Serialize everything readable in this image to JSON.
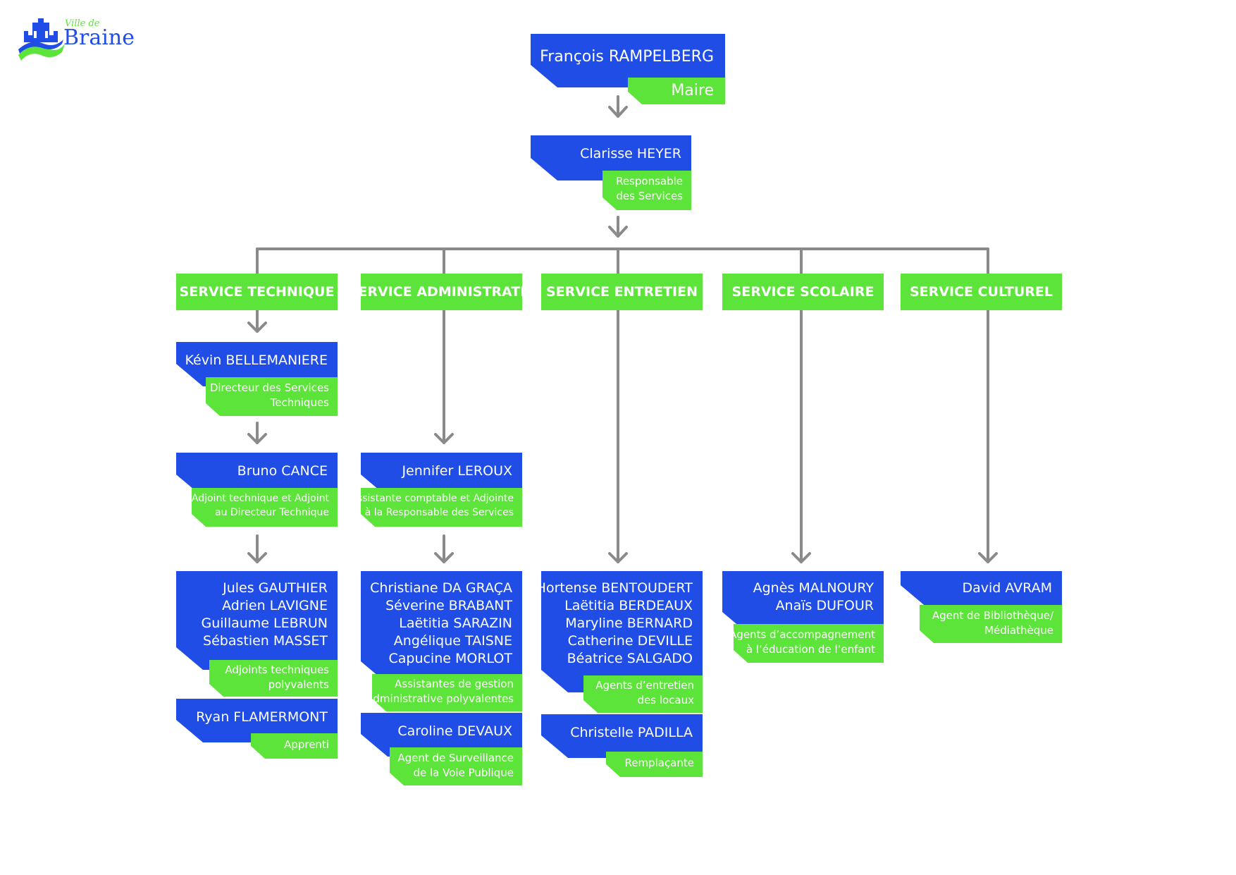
{
  "logo": {
    "line1": "Ville de",
    "line2": "Braine"
  },
  "colors": {
    "blue": "#1f4de6",
    "green": "#5de43a",
    "connector": "#8a8a8a"
  },
  "mayor": {
    "name": "François RAMPELBERG",
    "role": "Maire"
  },
  "head_of_services": {
    "name": "Clarisse HEYER",
    "role_lines": [
      "Responsable",
      "des Services"
    ]
  },
  "services": [
    {
      "title": "SERVICE TECHNIQUE"
    },
    {
      "title": "SERVICE ADMINISTRATIF"
    },
    {
      "title": "SERVICE ENTRETIEN"
    },
    {
      "title": "SERVICE SCOLAIRE"
    },
    {
      "title": "SERVICE CULTUREL"
    }
  ],
  "technique": {
    "director": {
      "name": "Kévin BELLEMANIERE",
      "role_lines": [
        "Directeur des Services",
        "Techniques"
      ]
    },
    "deputy": {
      "name": "Bruno CANCE",
      "role_lines": [
        "Adjoint technique et Adjoint",
        "au Directeur Technique"
      ]
    },
    "agents": {
      "names": [
        "Jules GAUTHIER",
        "Adrien LAVIGNE",
        "Guillaume LEBRUN",
        "Sébastien MASSET"
      ],
      "role_lines": [
        "Adjoints techniques",
        "polyvalents"
      ]
    },
    "apprentice": {
      "name": "Ryan FLAMERMONT",
      "role": "Apprenti"
    }
  },
  "administratif": {
    "lead": {
      "name": "Jennifer LEROUX",
      "role_lines": [
        "Assistante comptable et Adjointe",
        "à la Responsable des Services"
      ]
    },
    "agents": {
      "names": [
        "Christiane DA GRAÇA",
        "Séverine BRABANT",
        "Laëtitia SARAZIN",
        "Angélique TAISNE",
        "Capucine MORLOT"
      ],
      "role_lines": [
        "Assistantes de gestion",
        "administrative polyvalentes"
      ]
    },
    "police": {
      "name": "Caroline DEVAUX",
      "role_lines": [
        "Agent de Surveillance",
        "de la Voie Publique"
      ]
    }
  },
  "entretien": {
    "agents": {
      "names": [
        "Hortense BENTOUDERT",
        "Laëtitia BERDEAUX",
        "Maryline BERNARD",
        "Catherine DEVILLE",
        "Béatrice SALGADO"
      ],
      "role_lines": [
        "Agents d’entretien",
        "des locaux"
      ]
    },
    "replacement": {
      "name": "Christelle PADILLA",
      "role": "Remplaçante"
    }
  },
  "scolaire": {
    "agents": {
      "names": [
        "Agnès MALNOURY",
        "Anaïs DUFOUR"
      ],
      "role_lines": [
        "Agents d’accompagnement",
        "à l’éducation de l’enfant"
      ]
    }
  },
  "culturel": {
    "agent": {
      "name": "David AVRAM",
      "role_lines": [
        "Agent de Bibliothèque/",
        "Médiathèque"
      ]
    }
  }
}
